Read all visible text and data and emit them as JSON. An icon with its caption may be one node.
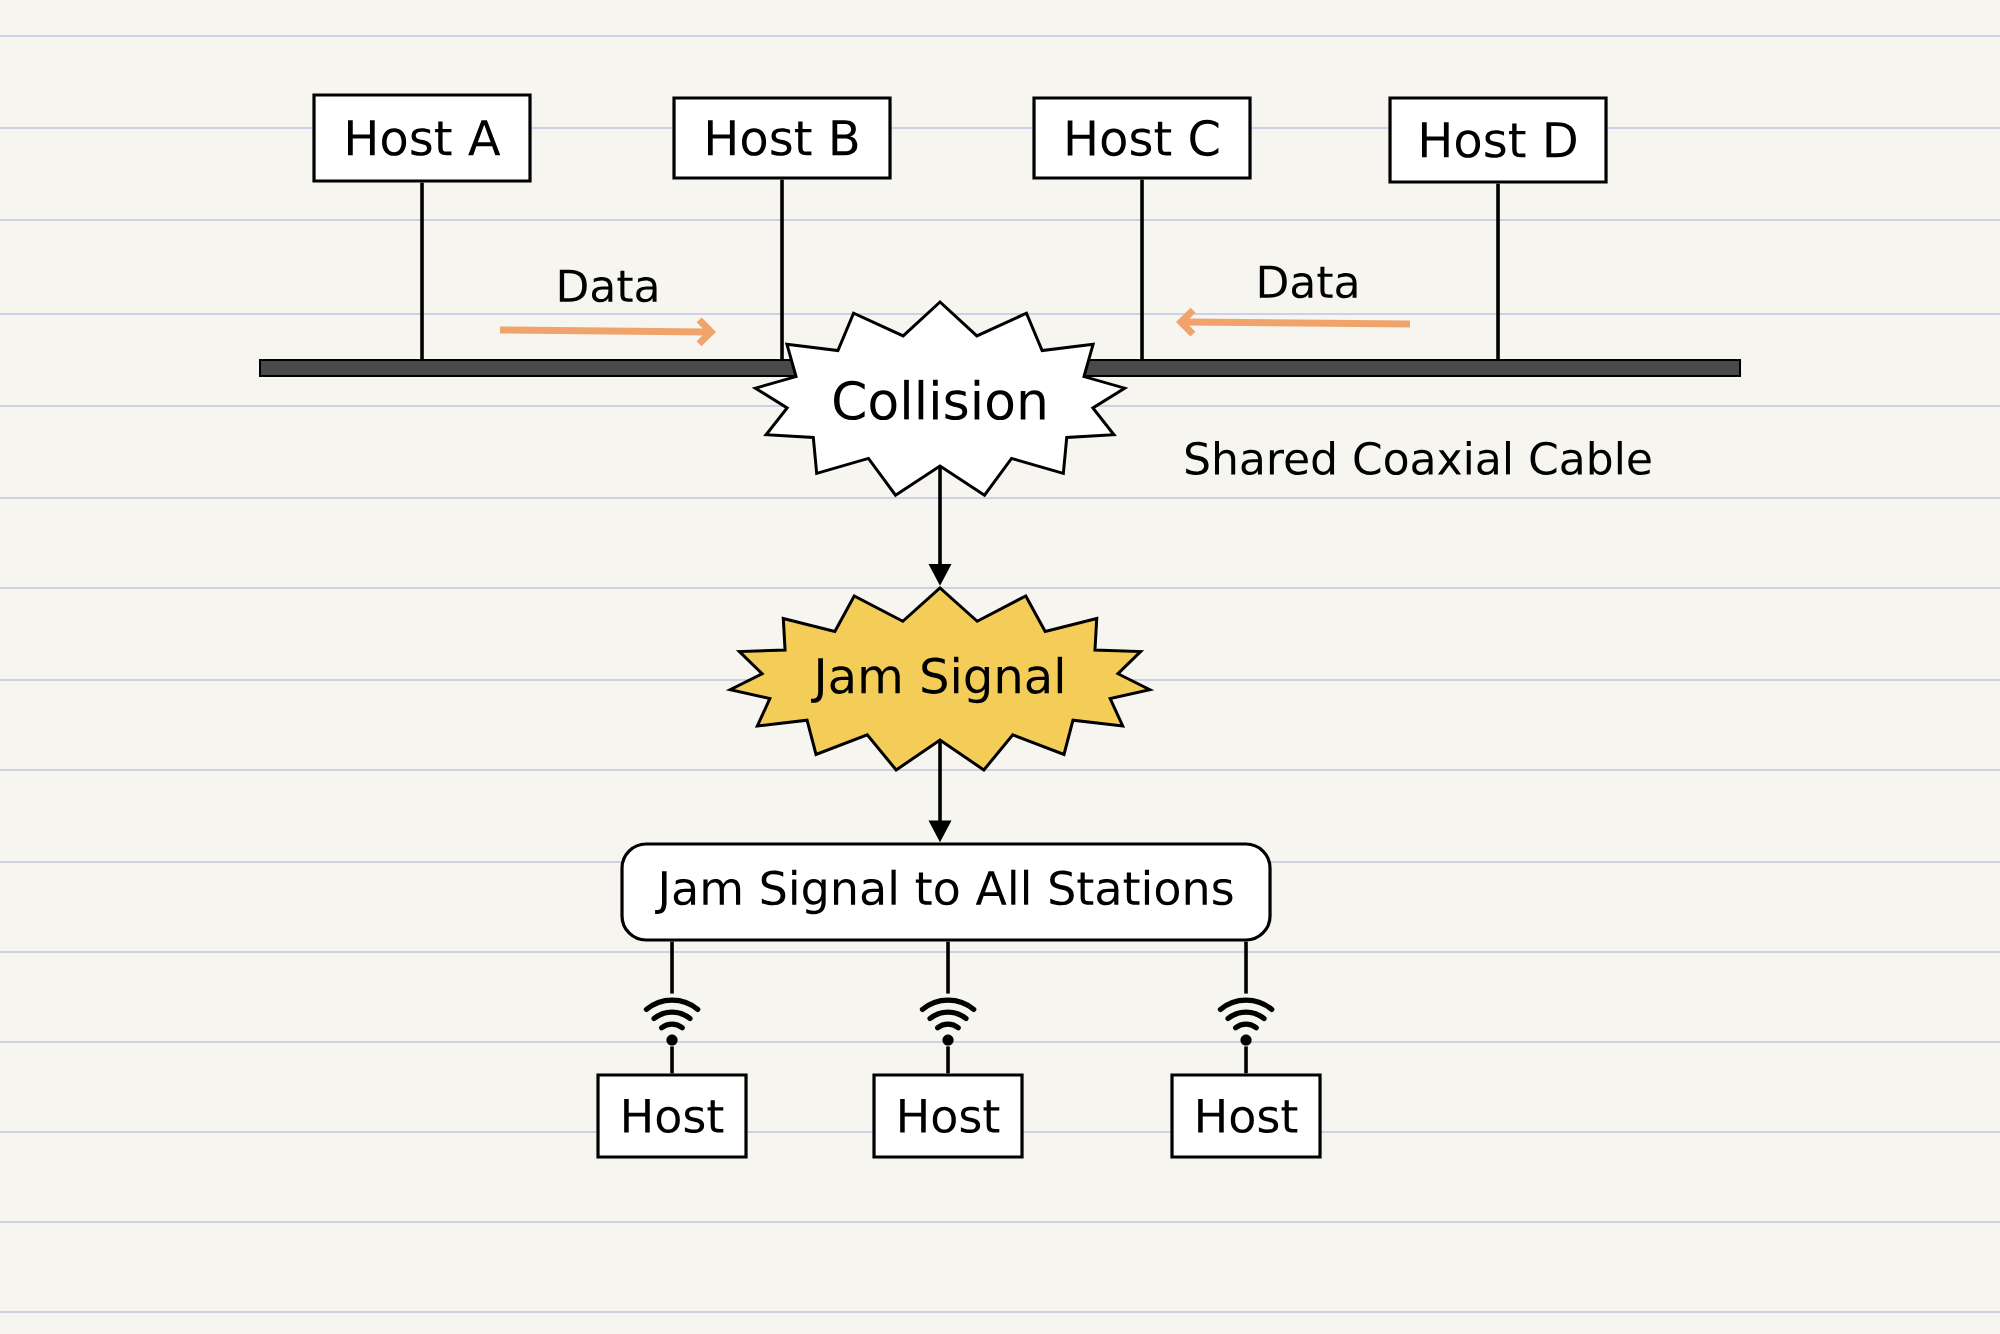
{
  "diagram": {
    "nodes": [
      {
        "text": [
          "Host A"
        ]
      },
      {
        "text": [
          "Host B"
        ]
      },
      {
        "text": [
          "Host C"
        ]
      },
      {
        "text": [
          "Host D"
        ]
      },
      {
        "text": [],
        "shape": "bar",
        "beside": [
          "Shared Coaxial Cable"
        ]
      },
      {
        "text": [
          "Collision"
        ]
      },
      {
        "text": [
          "Jam Signal"
        ]
      },
      {
        "text": [
          "Jam Signal to All Stations"
        ]
      },
      {
        "text": [],
        "shape": "picture"
      },
      {
        "text": [],
        "shape": "picture"
      },
      {
        "text": [],
        "shape": "picture"
      },
      {
        "text": [
          "Host"
        ]
      },
      {
        "text": [
          "Host"
        ]
      },
      {
        "text": [
          "Host"
        ]
      }
    ],
    "edges": [
      {
        "from": 0,
        "to": 4,
        "arrow": "none"
      },
      {
        "from": 1,
        "to": 4,
        "arrow": "none"
      },
      {
        "from": 2,
        "to": 4,
        "arrow": "none"
      },
      {
        "from": 3,
        "to": 4,
        "arrow": "none"
      },
      {
        "from": 5,
        "to": 6,
        "arrow": "to"
      },
      {
        "from": 6,
        "to": 7,
        "arrow": "to"
      },
      {
        "from": 7,
        "to": 8,
        "arrow": "none"
      },
      {
        "from": 7,
        "to": 9,
        "arrow": "none"
      },
      {
        "from": 7,
        "to": 10,
        "arrow": "none"
      },
      {
        "from": 8,
        "to": 11,
        "arrow": "none"
      },
      {
        "from": 9,
        "to": 12,
        "arrow": "none"
      },
      {
        "from": 10,
        "to": 13,
        "arrow": "none"
      }
    ],
    "labels": [
      "Data",
      "Data"
    ]
  }
}
